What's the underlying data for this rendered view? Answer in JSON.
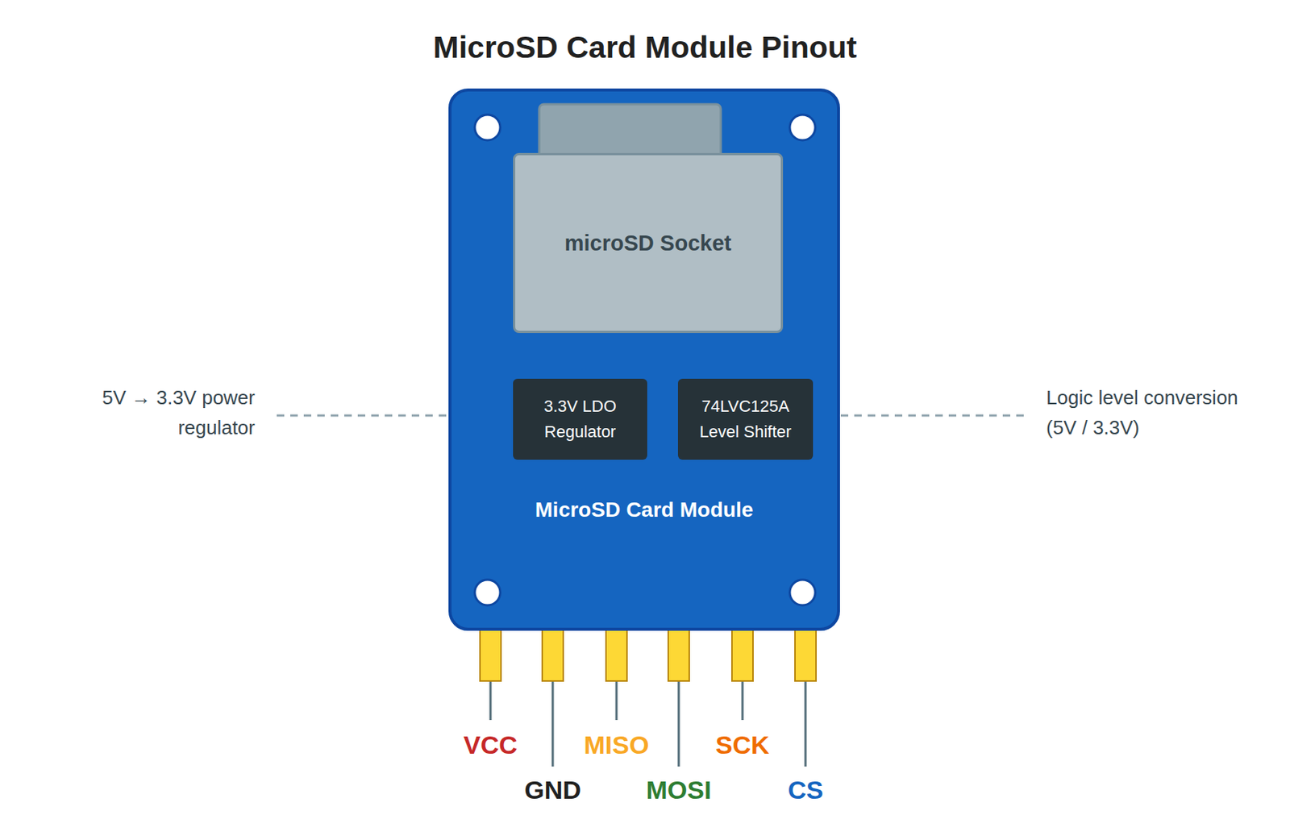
{
  "diagram": {
    "title": "MicroSD Card Module Pinout",
    "nodes": [
      {
        "text": [
          "MicroSD Card Module"
        ]
      },
      {
        "text": [
          "microSD Socket"
        ],
        "in": 0
      },
      {
        "text": [
          "3.3V LDO Regulator"
        ],
        "in": 0
      },
      {
        "text": [
          "74LVC125A Level Shifter"
        ],
        "in": 0
      }
    ],
    "labels": [
      "5V → 3.3V power regulator",
      "Logic level conversion (5V / 3.3V)",
      "VCC",
      "GND",
      "MISO",
      "MOSI",
      "SCK",
      "CS"
    ]
  }
}
